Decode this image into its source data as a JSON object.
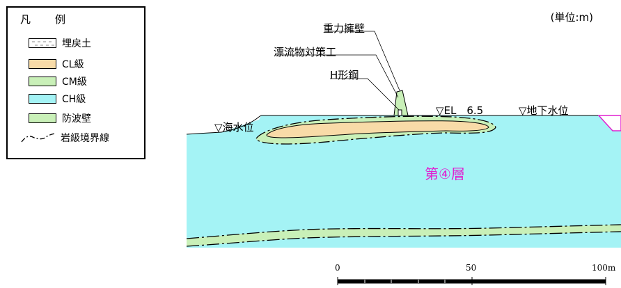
{
  "unit_label": "(単位:m)",
  "legend": {
    "title": "凡　例",
    "items": [
      {
        "label": "埋戻土",
        "color": "#ffffff"
      },
      {
        "label": "CL級",
        "color": "#f8dba8"
      },
      {
        "label": "CM級",
        "color": "#c9f0b8"
      },
      {
        "label": "CH級",
        "color": "#a4f3f5"
      },
      {
        "label": "防波壁",
        "color": "#c9f0b8"
      },
      {
        "label": "岩級境界線",
        "color": ""
      }
    ]
  },
  "annotations": {
    "gravity_wall": "重力擁壁",
    "drift_measures": "漂流物対策工",
    "h_steel": "H形鋼",
    "el": "▽EL　6.5",
    "groundwater": "▽地下水位",
    "sea_level": "▽海水位"
  },
  "layer_label": "第④層",
  "scale": {
    "labels": [
      "0",
      "50",
      "100m"
    ],
    "unit": "m"
  },
  "colors": {
    "ch": "#a4f3f5",
    "cm": "#c9f0b8",
    "cl": "#f8dba8",
    "magenta": "#e020d0"
  }
}
